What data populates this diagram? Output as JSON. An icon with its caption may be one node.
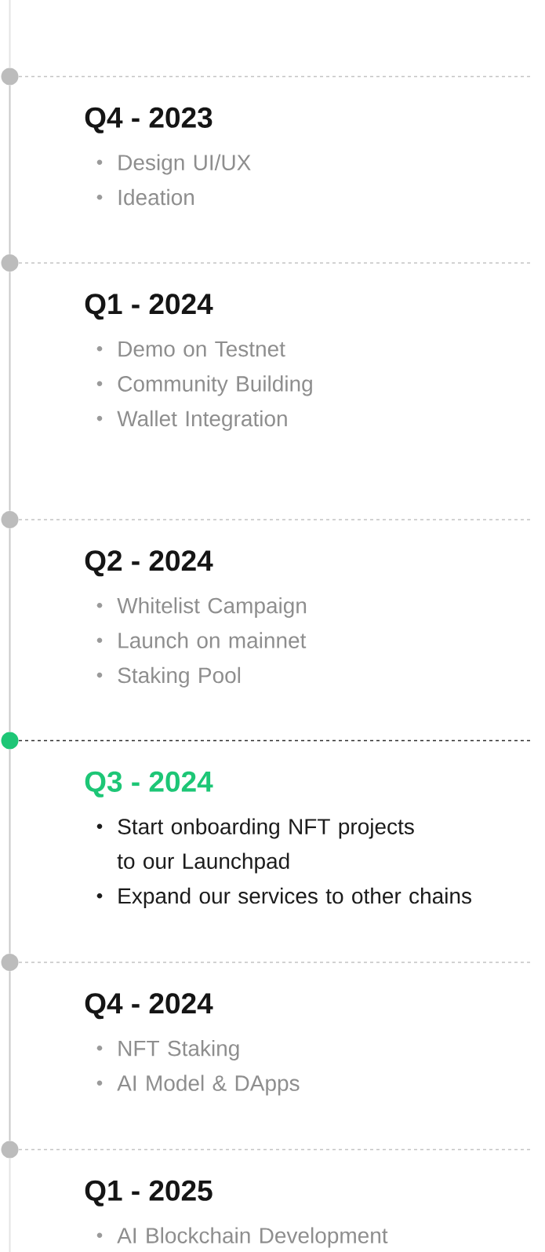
{
  "diagram": {
    "nodes": [
      {
        "text": [],
        "shape": "circle",
        "beside": [
          "Q4 - 2023",
          "Design UI/UX",
          "Ideation"
        ]
      },
      {
        "text": [],
        "shape": "circle",
        "beside": [
          "Q1 - 2024",
          "Demo on Testnet",
          "Community Building",
          "Wallet Integration"
        ]
      },
      {
        "text": [],
        "shape": "circle",
        "beside": [
          "Q2 - 2024",
          "Whitelist Campaign",
          "Launch on mainnet",
          "Staking Pool"
        ]
      },
      {
        "text": [],
        "shape": "circle",
        "beside": [
          "Q3 - 2024",
          "Start onboarding NFT projects to our Launchpad",
          "Expand our services to other chains"
        ]
      },
      {
        "text": [],
        "shape": "circle",
        "beside": [
          "Q4 - 2024",
          "NFT Staking",
          "AI Model & DApps"
        ]
      },
      {
        "text": [],
        "shape": "circle",
        "beside": [
          "Q1 - 2025",
          "AI Blockchain Development"
        ]
      }
    ],
    "edges": [
      {
        "from": null,
        "to": 0,
        "arrow": "none",
        "color": "#e4e4e4"
      },
      {
        "from": 0,
        "to": 1,
        "arrow": "none"
      },
      {
        "from": 1,
        "to": 2,
        "arrow": "none"
      },
      {
        "from": 2,
        "to": 3,
        "arrow": "none"
      },
      {
        "from": 3,
        "to": 4,
        "arrow": "none"
      },
      {
        "from": 4,
        "to": 5,
        "arrow": "none"
      },
      {
        "from": 5,
        "to": null,
        "arrow": "none",
        "color": "#e4e4e4"
      }
    ]
  }
}
